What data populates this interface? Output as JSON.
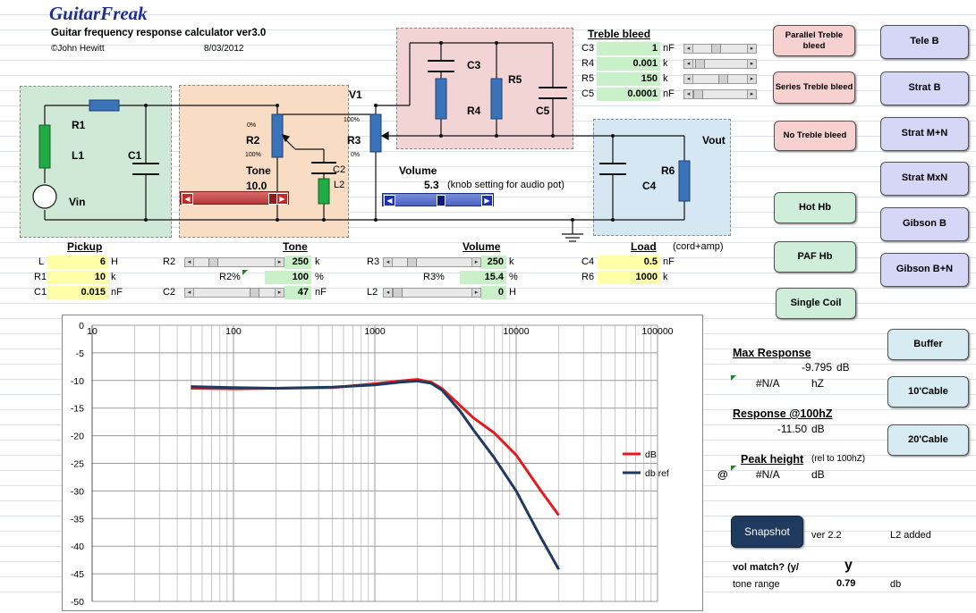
{
  "header": {
    "title": "GuitarFreak",
    "subtitle": "Guitar frequency response calculator   ver3.0",
    "author": "©John Hewitt",
    "date": "8/03/2012"
  },
  "circuit": {
    "labels": {
      "r1": "R1",
      "l1": "L1",
      "c1": "C1",
      "vin": "Vin",
      "r2": "R2",
      "tone": "Tone",
      "tone_value": "10.0",
      "c2": "C2",
      "l2": "L2",
      "r2_top": "0%",
      "r2_bot": "100%",
      "r3": "R3",
      "v1": "V1",
      "r3_top": "100%",
      "r3_bot": "0%",
      "volume": "Volume",
      "volume_value": "5.3",
      "volume_note": "(knob setting for audio pot)",
      "c3": "C3",
      "r4": "R4",
      "r5": "R5",
      "c5": "C5",
      "c4": "C4",
      "r6": "R6",
      "vout": "Vout"
    }
  },
  "treble_bleed": {
    "heading": "Treble bleed",
    "rows": [
      {
        "name": "C3",
        "value": "1",
        "unit": "nF"
      },
      {
        "name": "R4",
        "value": "0.001",
        "unit": "k"
      },
      {
        "name": "R5",
        "value": "150",
        "unit": "k"
      },
      {
        "name": "C5",
        "value": "0.0001",
        "unit": "nF"
      }
    ]
  },
  "pickup": {
    "heading": "Pickup",
    "rows": [
      {
        "name": "L",
        "value": "6",
        "unit": "H"
      },
      {
        "name": "R1",
        "value": "10",
        "unit": "k"
      },
      {
        "name": "C1",
        "value": "0.015",
        "unit": "nF"
      }
    ]
  },
  "tone_params": {
    "heading": "Tone",
    "r2": {
      "name": "R2",
      "value": "250",
      "unit": "k"
    },
    "r2pct": {
      "name": "R2%",
      "value": "100",
      "unit": "%"
    },
    "c2": {
      "name": "C2",
      "value": "47",
      "unit": "nF"
    }
  },
  "volume_params": {
    "heading": "Volume",
    "r3": {
      "name": "R3",
      "value": "250",
      "unit": "k"
    },
    "r3pct": {
      "name": "R3%",
      "value": "15.4",
      "unit": "%"
    },
    "l2": {
      "name": "L2",
      "value": "0",
      "unit": "H"
    }
  },
  "load": {
    "heading": "Load",
    "note": "(cord+amp)",
    "rows": [
      {
        "name": "C4",
        "value": "0.5",
        "unit": "nF"
      },
      {
        "name": "R6",
        "value": "1000",
        "unit": "k"
      }
    ]
  },
  "buttons": {
    "parallel_treble": "Parallel Treble bleed",
    "series_treble": "Series Treble bleed",
    "no_treble": "No Treble bleed",
    "tele_b": "Tele B",
    "strat_b": "Strat  B",
    "strat_mn": "Strat M+N",
    "strat_mxn": "Strat MxN",
    "gibson_b": "Gibson B",
    "gibson_bn": "Gibson B+N",
    "hot_hb": "Hot Hb",
    "paf_hb": "PAF Hb",
    "single_coil": "Single Coil",
    "buffer": "Buffer",
    "cable10": "10'Cable",
    "cable20": "20'Cable",
    "snapshot": "Snapshot"
  },
  "results": {
    "max_response_label": "Max Response",
    "max_response_value": "-9.795",
    "max_response_unit": "dB",
    "max_freq_value": "#N/A",
    "max_freq_unit": "hZ",
    "response100_label": "Response @100hZ",
    "response100_value": "-11.50",
    "response100_unit": "dB",
    "peak_label": "Peak height",
    "peak_note": "(rel to 100hZ)",
    "peak_at": "@",
    "peak_value": "#N/A",
    "peak_unit": "dB",
    "version": "ver 2.2",
    "l2_added": "L2 added",
    "vol_match_label": "vol match? (y/",
    "vol_match_value": "y",
    "tone_range_label": "tone range",
    "tone_range_value": "0.79",
    "tone_range_unit": "db"
  },
  "chart_data": {
    "type": "line",
    "xscale": "log",
    "xlim": [
      10,
      100000
    ],
    "ylim": [
      -50,
      0
    ],
    "x_tick_labels": [
      "10",
      "100",
      "1000",
      "10000",
      "100000"
    ],
    "y_tick_labels": [
      "0",
      "-5",
      "-10",
      "-15",
      "-20",
      "-25",
      "-30",
      "-35",
      "-40",
      "-45",
      "-50"
    ],
    "grid": true,
    "legend_position": "right",
    "series": [
      {
        "name": "dB",
        "color": "#e41a1c",
        "x": [
          50,
          100,
          200,
          500,
          1000,
          1500,
          2000,
          2500,
          3000,
          4000,
          5000,
          7000,
          10000,
          15000,
          20000
        ],
        "y": [
          -11.4,
          -11.5,
          -11.4,
          -11.3,
          -10.6,
          -10.1,
          -9.8,
          -10.3,
          -11.5,
          -14.5,
          -16.8,
          -19.5,
          -23.5,
          -30.0,
          -34.4
        ]
      },
      {
        "name": "db ref",
        "color": "#1f3a5f",
        "x": [
          50,
          100,
          200,
          500,
          1000,
          1500,
          2000,
          2500,
          3000,
          4000,
          5000,
          7000,
          10000,
          15000,
          20000
        ],
        "y": [
          -11.1,
          -11.3,
          -11.4,
          -11.2,
          -10.8,
          -10.3,
          -10.1,
          -10.5,
          -11.8,
          -15.5,
          -19.0,
          -24.0,
          -30.0,
          -38.5,
          -44.2
        ]
      }
    ]
  }
}
